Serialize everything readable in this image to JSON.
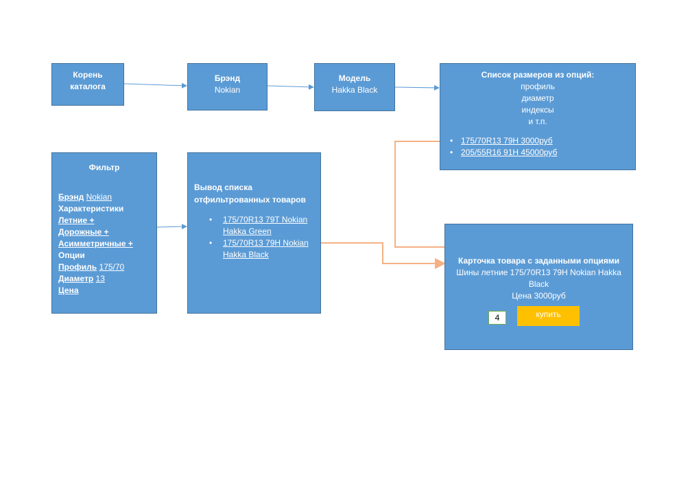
{
  "root": {
    "line1": "Корень",
    "line2": "каталога"
  },
  "brand": {
    "title": "Брэнд",
    "value": "Nokian"
  },
  "model": {
    "title": "Модель",
    "value": "Hakka Black"
  },
  "sizes": {
    "title": "Список размеров из опций:",
    "lines": [
      "профиль",
      "диаметр",
      "индексы",
      "и т.п."
    ],
    "items": [
      "175/70R13 79H 3000руб",
      "205/55R16 91H 45000руб"
    ]
  },
  "filter": {
    "title": "Фильтр",
    "brand_label": "Брэнд",
    "brand_value": "Nokian",
    "characteristics": "Характеристики",
    "summer": "Летние +",
    "road": "Дорожные +",
    "asym": "Асимметричные +",
    "options": "Опции",
    "profile_label": "Профиль",
    "profile_value": "175/70",
    "diameter_label": "Диаметр",
    "diameter_value": "13",
    "price": "Цена"
  },
  "list": {
    "title_line1": "Вывод списка",
    "title_line2": "отфильтрованных товаров",
    "items": [
      {
        "line1": "175/70R13 79T Nokian",
        "line2": "Hakka Green"
      },
      {
        "line1": "175/70R13 79H Nokian",
        "line2": "Hakka Black"
      }
    ]
  },
  "card": {
    "title": "Карточка товара с заданными опциями",
    "desc_line1": "Шины летние 175/70R13 79H Nokian Hakka",
    "desc_line2": "Black",
    "price": "Цена 3000руб",
    "qty": "4",
    "buy": "купить"
  },
  "colors": {
    "box_fill": "#5b9bd5",
    "box_border": "#41719c",
    "arrow_blue": "#5b9bd5",
    "arrow_orange": "#f4b183",
    "buy_button": "#ffc000",
    "qty_border": "#70ad47"
  }
}
